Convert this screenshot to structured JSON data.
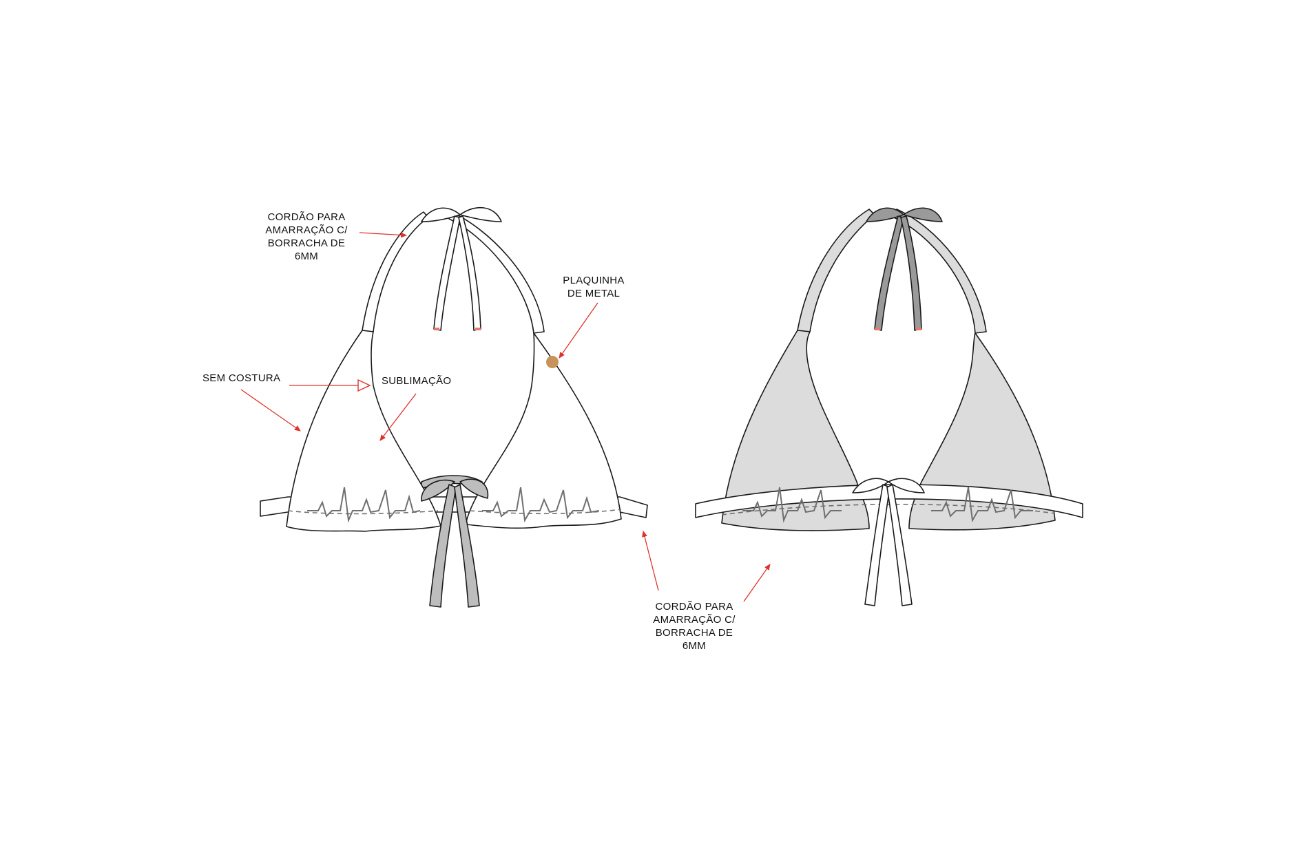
{
  "colors": {
    "line": "#1a1a1a",
    "annotation_red": "#e0322b",
    "back_fill": "#dcdcdc",
    "strap_grey": "#9a9a9a",
    "print_grey": "#6f6f6f",
    "tag_gold": "#c8935a",
    "strap_tip": "#e57a6a"
  },
  "front_view": {
    "labels": {
      "cord_top": [
        "CORDÃO PARA",
        "AMARRAÇÃO C/",
        "BORRACHA DE",
        "6MM"
      ],
      "metal_tag": [
        "PLAQUINHA",
        "DE METAL"
      ],
      "seamless": "SEM COSTURA",
      "sublimation": "SUBLIMAÇÃO"
    }
  },
  "back_view": {
    "labels": {
      "cord_bottom": [
        "CORDÃO PARA",
        "AMARRAÇÃO C/",
        "BORRACHA DE",
        "6MM"
      ]
    }
  }
}
